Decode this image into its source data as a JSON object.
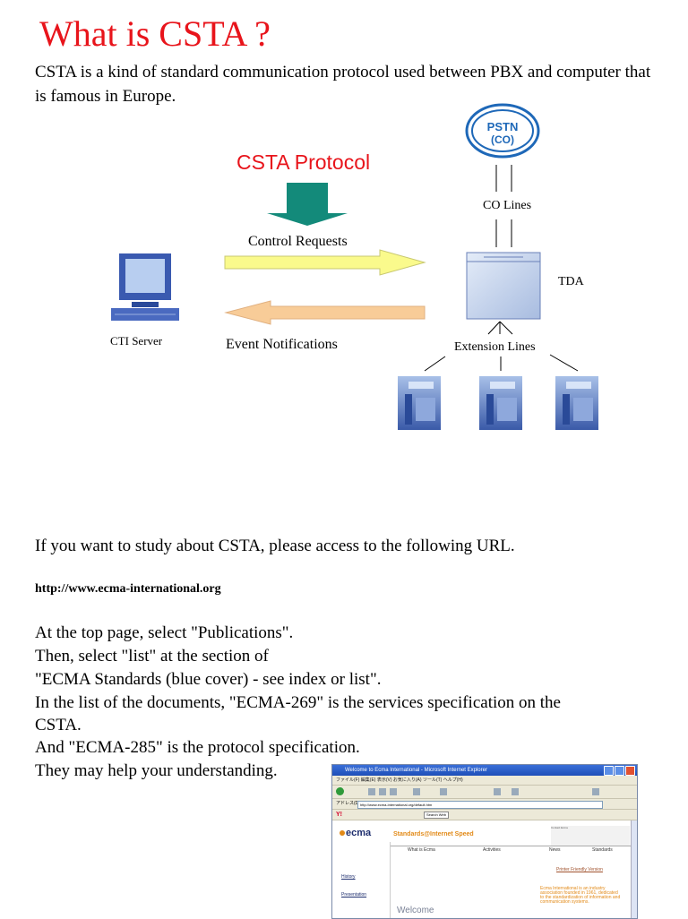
{
  "title": "What is CSTA ?",
  "intro": "CSTA is a kind of standard communication protocol used between PBX and computer that is famous in Europe.",
  "diagram": {
    "protocol_label": "CSTA Protocol",
    "control_requests": "Control Requests",
    "event_notifications": "Event Notifications",
    "cti_server": "CTI Server",
    "pstn_top": "PSTN",
    "pstn_bottom": "(CO)",
    "co_lines": "CO Lines",
    "tda": "TDA",
    "extension_lines": "Extension Lines",
    "colors": {
      "title": "#e8141b",
      "down_arrow": "#138a7a",
      "right_arrow": "#fafa8c",
      "left_arrow": "#f8cc98",
      "pstn": "#1e68b8"
    }
  },
  "study_line": "If you want to study about CSTA, please access to the following URL.",
  "url": "http://www.ecma-international.org",
  "instructions": [
    "At the top page, select \"Publications\".",
    "Then, select \"list\" at the section of",
    "\"ECMA Standards (blue cover) - see index or list\".",
    "In the list of the documents, \"ECMA-269\" is the services specification on the",
    "CSTA.",
    "And \"ECMA-285\" is the protocol specification.",
    "They may help your understanding."
  ],
  "screenshot": {
    "window_title": "Welcome to Ecma International - Microsoft Internet Explorer",
    "menu": "ファイル(F)  編集(E)  表示(V)  お気に入り(A)  ツール(T)  ヘルプ(H)",
    "address_label": "アドレス(D)",
    "address": "http://www.ecma-international.org/default.htm",
    "yahoo": "Y!",
    "search_web": "Search Web",
    "logo": "ecma",
    "tagline": "Standards@Internet Speed",
    "contact": "Contact Ecma",
    "nav": [
      "What is Ecma",
      "Activities",
      "News",
      "Standards"
    ],
    "side_links": [
      "History",
      "Presentation"
    ],
    "printer_friendly": "Printer Friendly Version",
    "blurb": "Ecma International is an industry association founded in 1961, dedicated to the standardization of information and communication systems.",
    "welcome": "Welcome"
  }
}
